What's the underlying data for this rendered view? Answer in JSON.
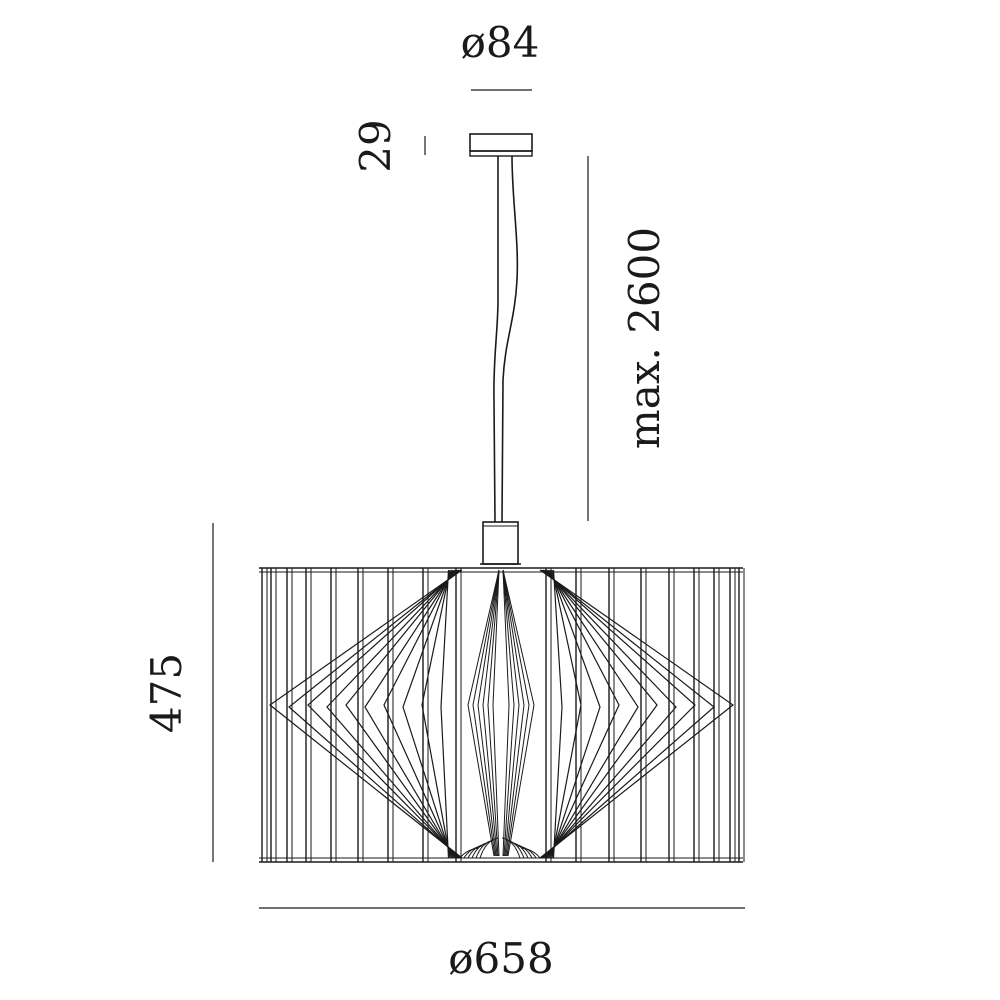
{
  "dimensions": {
    "canopy_diameter": "ø84",
    "canopy_height": "29",
    "cable_length": "max. 2600",
    "shade_height": "475",
    "shade_diameter": "ø658"
  },
  "colors": {
    "stroke": "#1a1a1a",
    "background": "#ffffff"
  }
}
